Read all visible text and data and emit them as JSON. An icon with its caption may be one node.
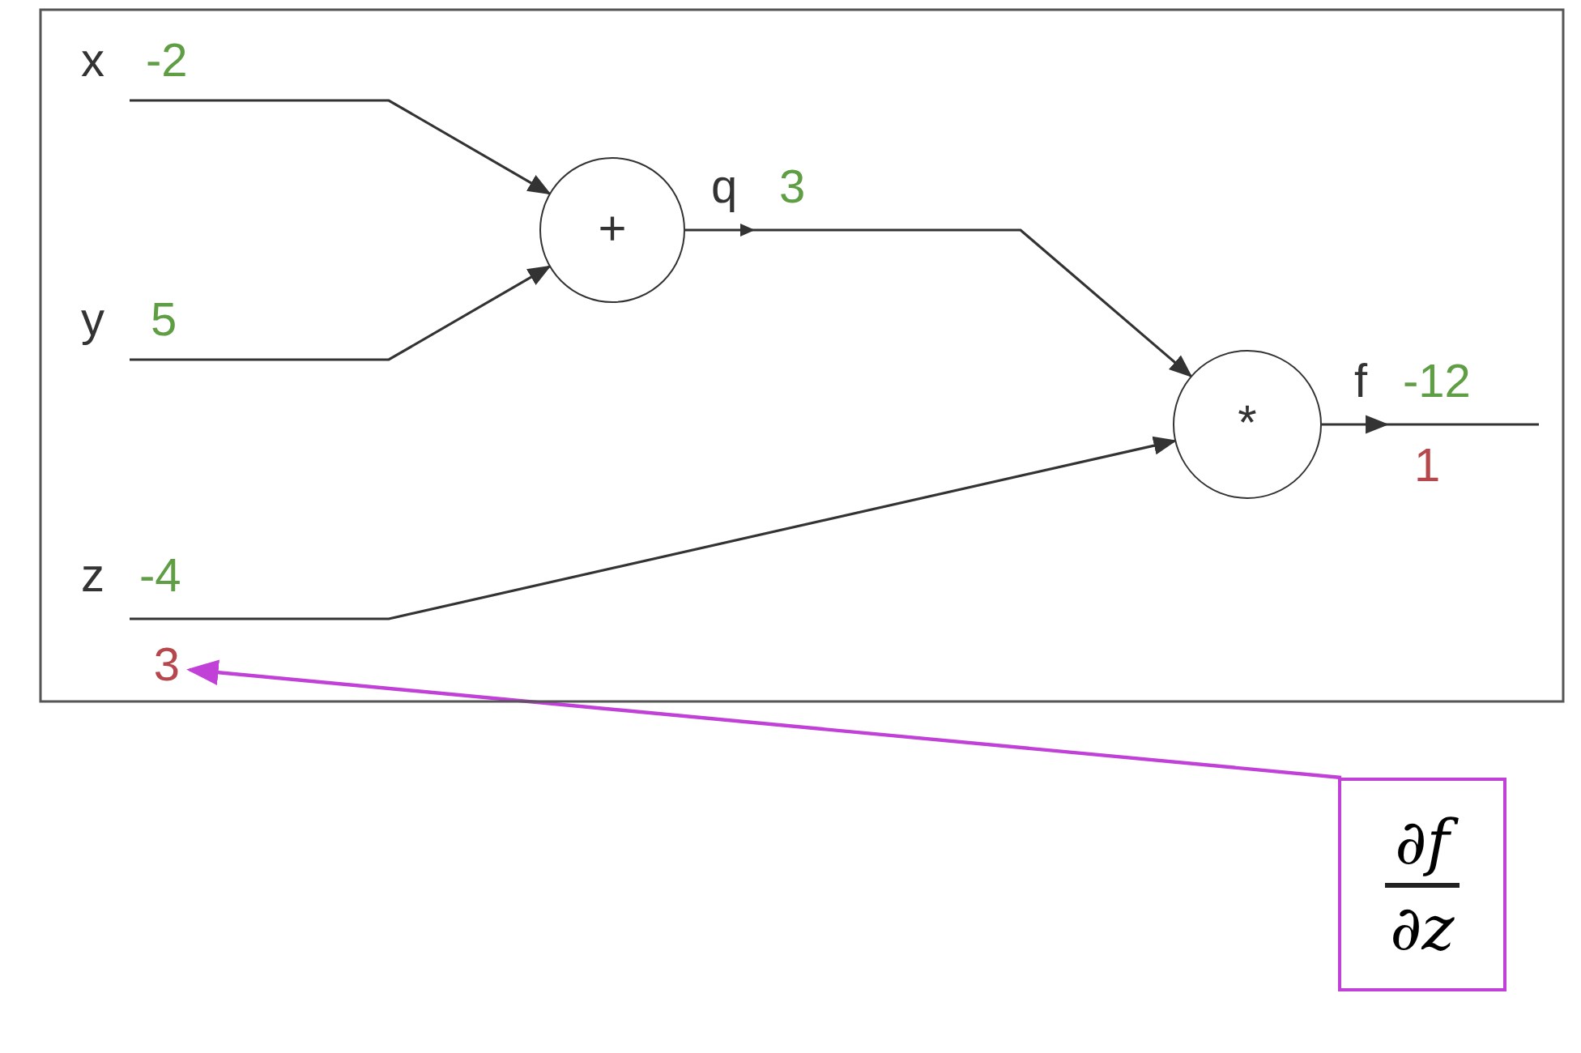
{
  "diagram": {
    "nodes": [
      {
        "text": [
          "+"
        ]
      },
      {
        "text": [
          "*"
        ]
      },
      {
        "text": [
          "∂f",
          "∂z"
        ]
      },
      {
        "text": [
          "3"
        ]
      }
    ],
    "edges": [
      {
        "from": null,
        "to": 0,
        "arrow": "to"
      },
      {
        "from": null,
        "to": 0,
        "arrow": "to"
      },
      {
        "from": 0,
        "to": 1,
        "arrow": "to"
      },
      {
        "from": null,
        "to": 1,
        "arrow": "to"
      },
      {
        "from": 1,
        "to": null,
        "arrow": "to"
      },
      {
        "from": 2,
        "to": 3,
        "arrow": "to",
        "color": "#c040d8"
      }
    ],
    "labels": [
      "x",
      "-2",
      "y",
      "5",
      "q",
      "3",
      "z",
      "-4",
      "f",
      "-12",
      "1"
    ]
  }
}
